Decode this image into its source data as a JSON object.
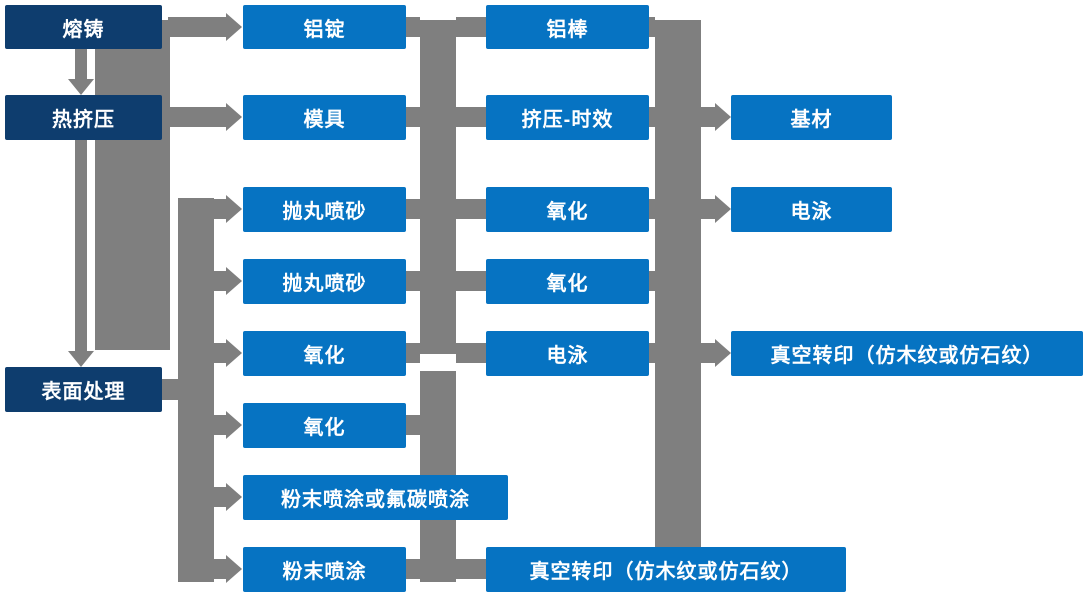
{
  "diagram": {
    "colors": {
      "dark_node": "#0e3d6e",
      "blue_node": "#0673c2",
      "connector": "#7f7f7f",
      "label": "#ffffff"
    },
    "nodes": {
      "melting_casting": "熔铸",
      "hot_extrusion": "热挤压",
      "surface_treatment": "表面处理",
      "aluminum_ingot": "铝锭",
      "mold": "模具",
      "shot_blasting_1": "抛丸喷砂",
      "shot_blasting_2": "抛丸喷砂",
      "oxidation_left_1": "氧化",
      "oxidation_left_2": "氧化",
      "powder_or_fluorocarbon": "粉末喷涂或氟碳喷涂",
      "powder_coating": "粉末喷涂",
      "aluminum_rod": "铝棒",
      "extrusion_aging": "挤压-时效",
      "oxidation_mid_1": "氧化",
      "oxidation_mid_2": "氧化",
      "electrophoresis_mid": "电泳",
      "vacuum_transfer_bottom": "真空转印（仿木纹或仿石纹）",
      "base_material": "基材",
      "electrophoresis_right": "电泳",
      "vacuum_transfer_right": "真空转印（仿木纹或仿石纹）"
    },
    "connections": {
      "vertical_arrows": [
        "熔铸 → 热挤压",
        "热挤压 → 表面处理"
      ],
      "left_trunk_arrows_into": [
        "铝锭",
        "模具"
      ],
      "surface_trunk_arrows_into": [
        "抛丸喷砂",
        "抛丸喷砂",
        "氧化",
        "氧化",
        "粉末喷涂或氟碳喷涂",
        "粉末喷涂"
      ],
      "middle_trunk_links": [
        "铝锭–铝棒",
        "模具–挤压-时效",
        "抛丸喷砂–氧化",
        "抛丸喷砂–氧化",
        "氧化–电泳",
        "氧化–真空转印（仿木纹或仿石纹）",
        "粉末喷涂–真空转印（仿木纹或仿石纹）"
      ],
      "right_trunk_arrows_into": [
        "基材",
        "电泳",
        "真空转印（仿木纹或仿石纹）"
      ]
    }
  }
}
